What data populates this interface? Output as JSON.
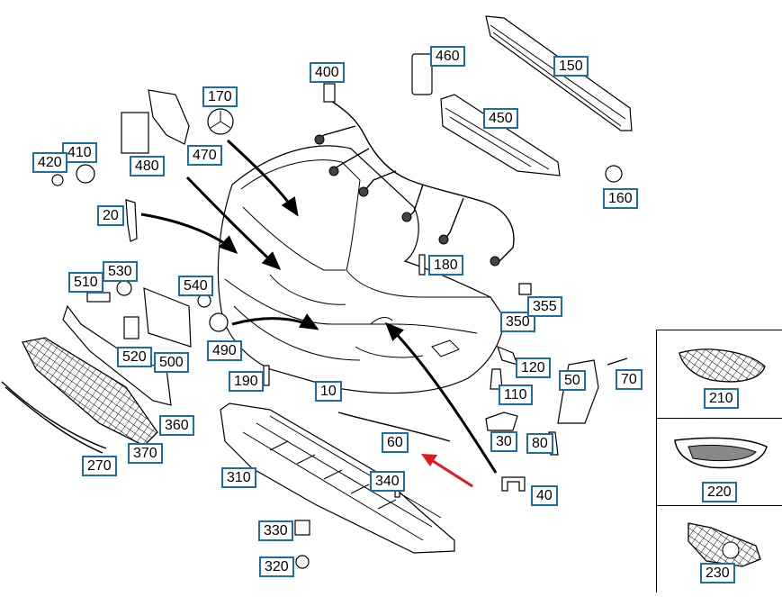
{
  "diagram": {
    "labels": {
      "p10": "10",
      "p20": "20",
      "p30": "30",
      "p40": "40",
      "p50": "50",
      "p60": "60",
      "p70": "70",
      "p80": "80",
      "p110": "110",
      "p120": "120",
      "p150": "150",
      "p160": "160",
      "p170": "170",
      "p180": "180",
      "p190": "190",
      "p210": "210",
      "p220": "220",
      "p230": "230",
      "p270": "270",
      "p310": "310",
      "p320": "320",
      "p330": "330",
      "p340": "340",
      "p350": "350",
      "p355": "355",
      "p360": "360",
      "p370": "370",
      "p400": "400",
      "p410": "410",
      "p420": "420",
      "p450": "450",
      "p460": "460",
      "p470": "470",
      "p480": "480",
      "p490": "490",
      "p500": "500",
      "p510": "510",
      "p520": "520",
      "p530": "530",
      "p540": "540"
    },
    "colors": {
      "label_border": "#1b6fa8",
      "arrow": "#e0191f",
      "line": "#000000"
    }
  }
}
